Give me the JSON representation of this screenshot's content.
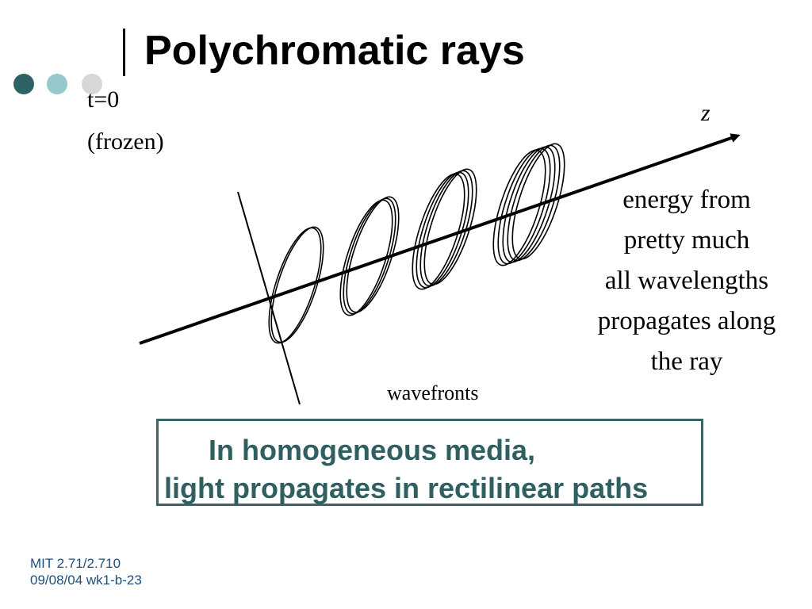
{
  "slide": {
    "title": "Polychromatic rays"
  },
  "diagram": {
    "time_label": "t=0",
    "frozen_label": "(frozen)",
    "axis_label": "z",
    "energy_lines": [
      "energy from",
      "pretty much",
      "all wavelengths",
      "propagates along",
      "the ray"
    ],
    "wavefronts_label": "wavefronts"
  },
  "note": {
    "line1": "In homogeneous media,",
    "line2": "light propagates in rectilinear paths"
  },
  "footer": {
    "course": "MIT 2.71/2.710",
    "date_code": "09/08/04 wk1-b-23"
  },
  "colors": {
    "dot_dark": "#2f6266",
    "dot_mid": "#94c8cc",
    "dot_light": "#d7d7d7",
    "note_text": "#2f5f61",
    "footer_text": "#1f4e79"
  }
}
